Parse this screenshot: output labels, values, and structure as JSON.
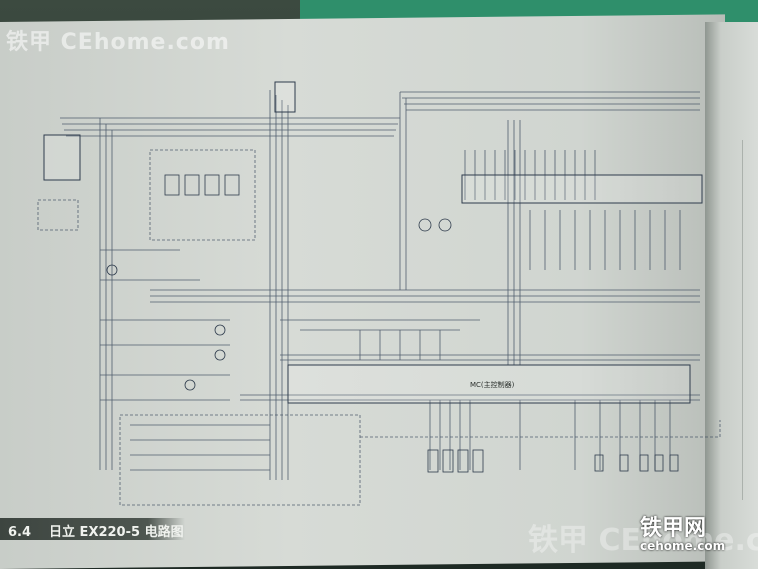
{
  "section": {
    "number": "6.4",
    "title": "日立 EX220-5 电路图"
  },
  "diagram": {
    "main_controller_label": "MC(主控制器)"
  },
  "watermark": {
    "top_text": "铁甲 CEhome.com",
    "bottom_text": "铁甲 CEhome.com"
  },
  "logo": {
    "name": "铁甲网",
    "url": "cehome.com"
  }
}
